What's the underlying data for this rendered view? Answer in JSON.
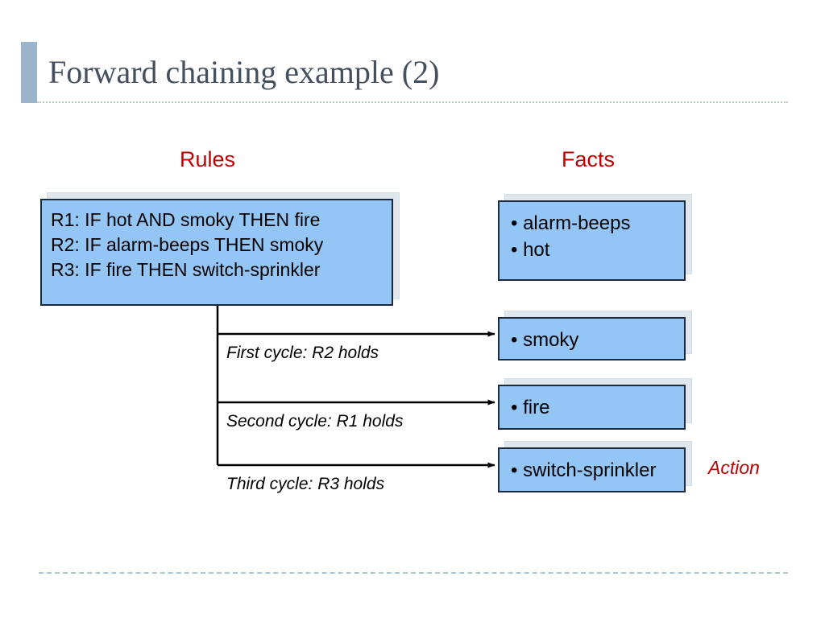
{
  "slide": {
    "title": "Forward chaining example (2)",
    "accent_bar_color": "#9cb4cb",
    "title_color": "#45505e",
    "heading_color": "#c00000",
    "box_fill_color": "#93c5f5",
    "box_border_color": "#1b2a3d",
    "box_shadow_color": "#dfe7ec"
  },
  "columns": {
    "rules_heading": "Rules",
    "facts_heading": "Facts"
  },
  "rules_box": {
    "lines": [
      "R1: IF hot AND smoky THEN fire",
      "R2: IF alarm-beeps THEN smoky",
      "R3: IF fire THEN switch-sprinkler"
    ]
  },
  "facts_boxes": [
    {
      "lines": [
        "• alarm-beeps",
        "• hot"
      ]
    },
    {
      "lines": [
        "• smoky"
      ]
    },
    {
      "lines": [
        "• fire"
      ]
    },
    {
      "lines": [
        "• switch-sprinkler"
      ]
    }
  ],
  "cycles": [
    {
      "caption": "First cycle: R2 holds"
    },
    {
      "caption": "Second cycle: R1 holds"
    },
    {
      "caption": "Third cycle: R3 holds"
    }
  ],
  "annotations": {
    "action_label": "Action"
  }
}
